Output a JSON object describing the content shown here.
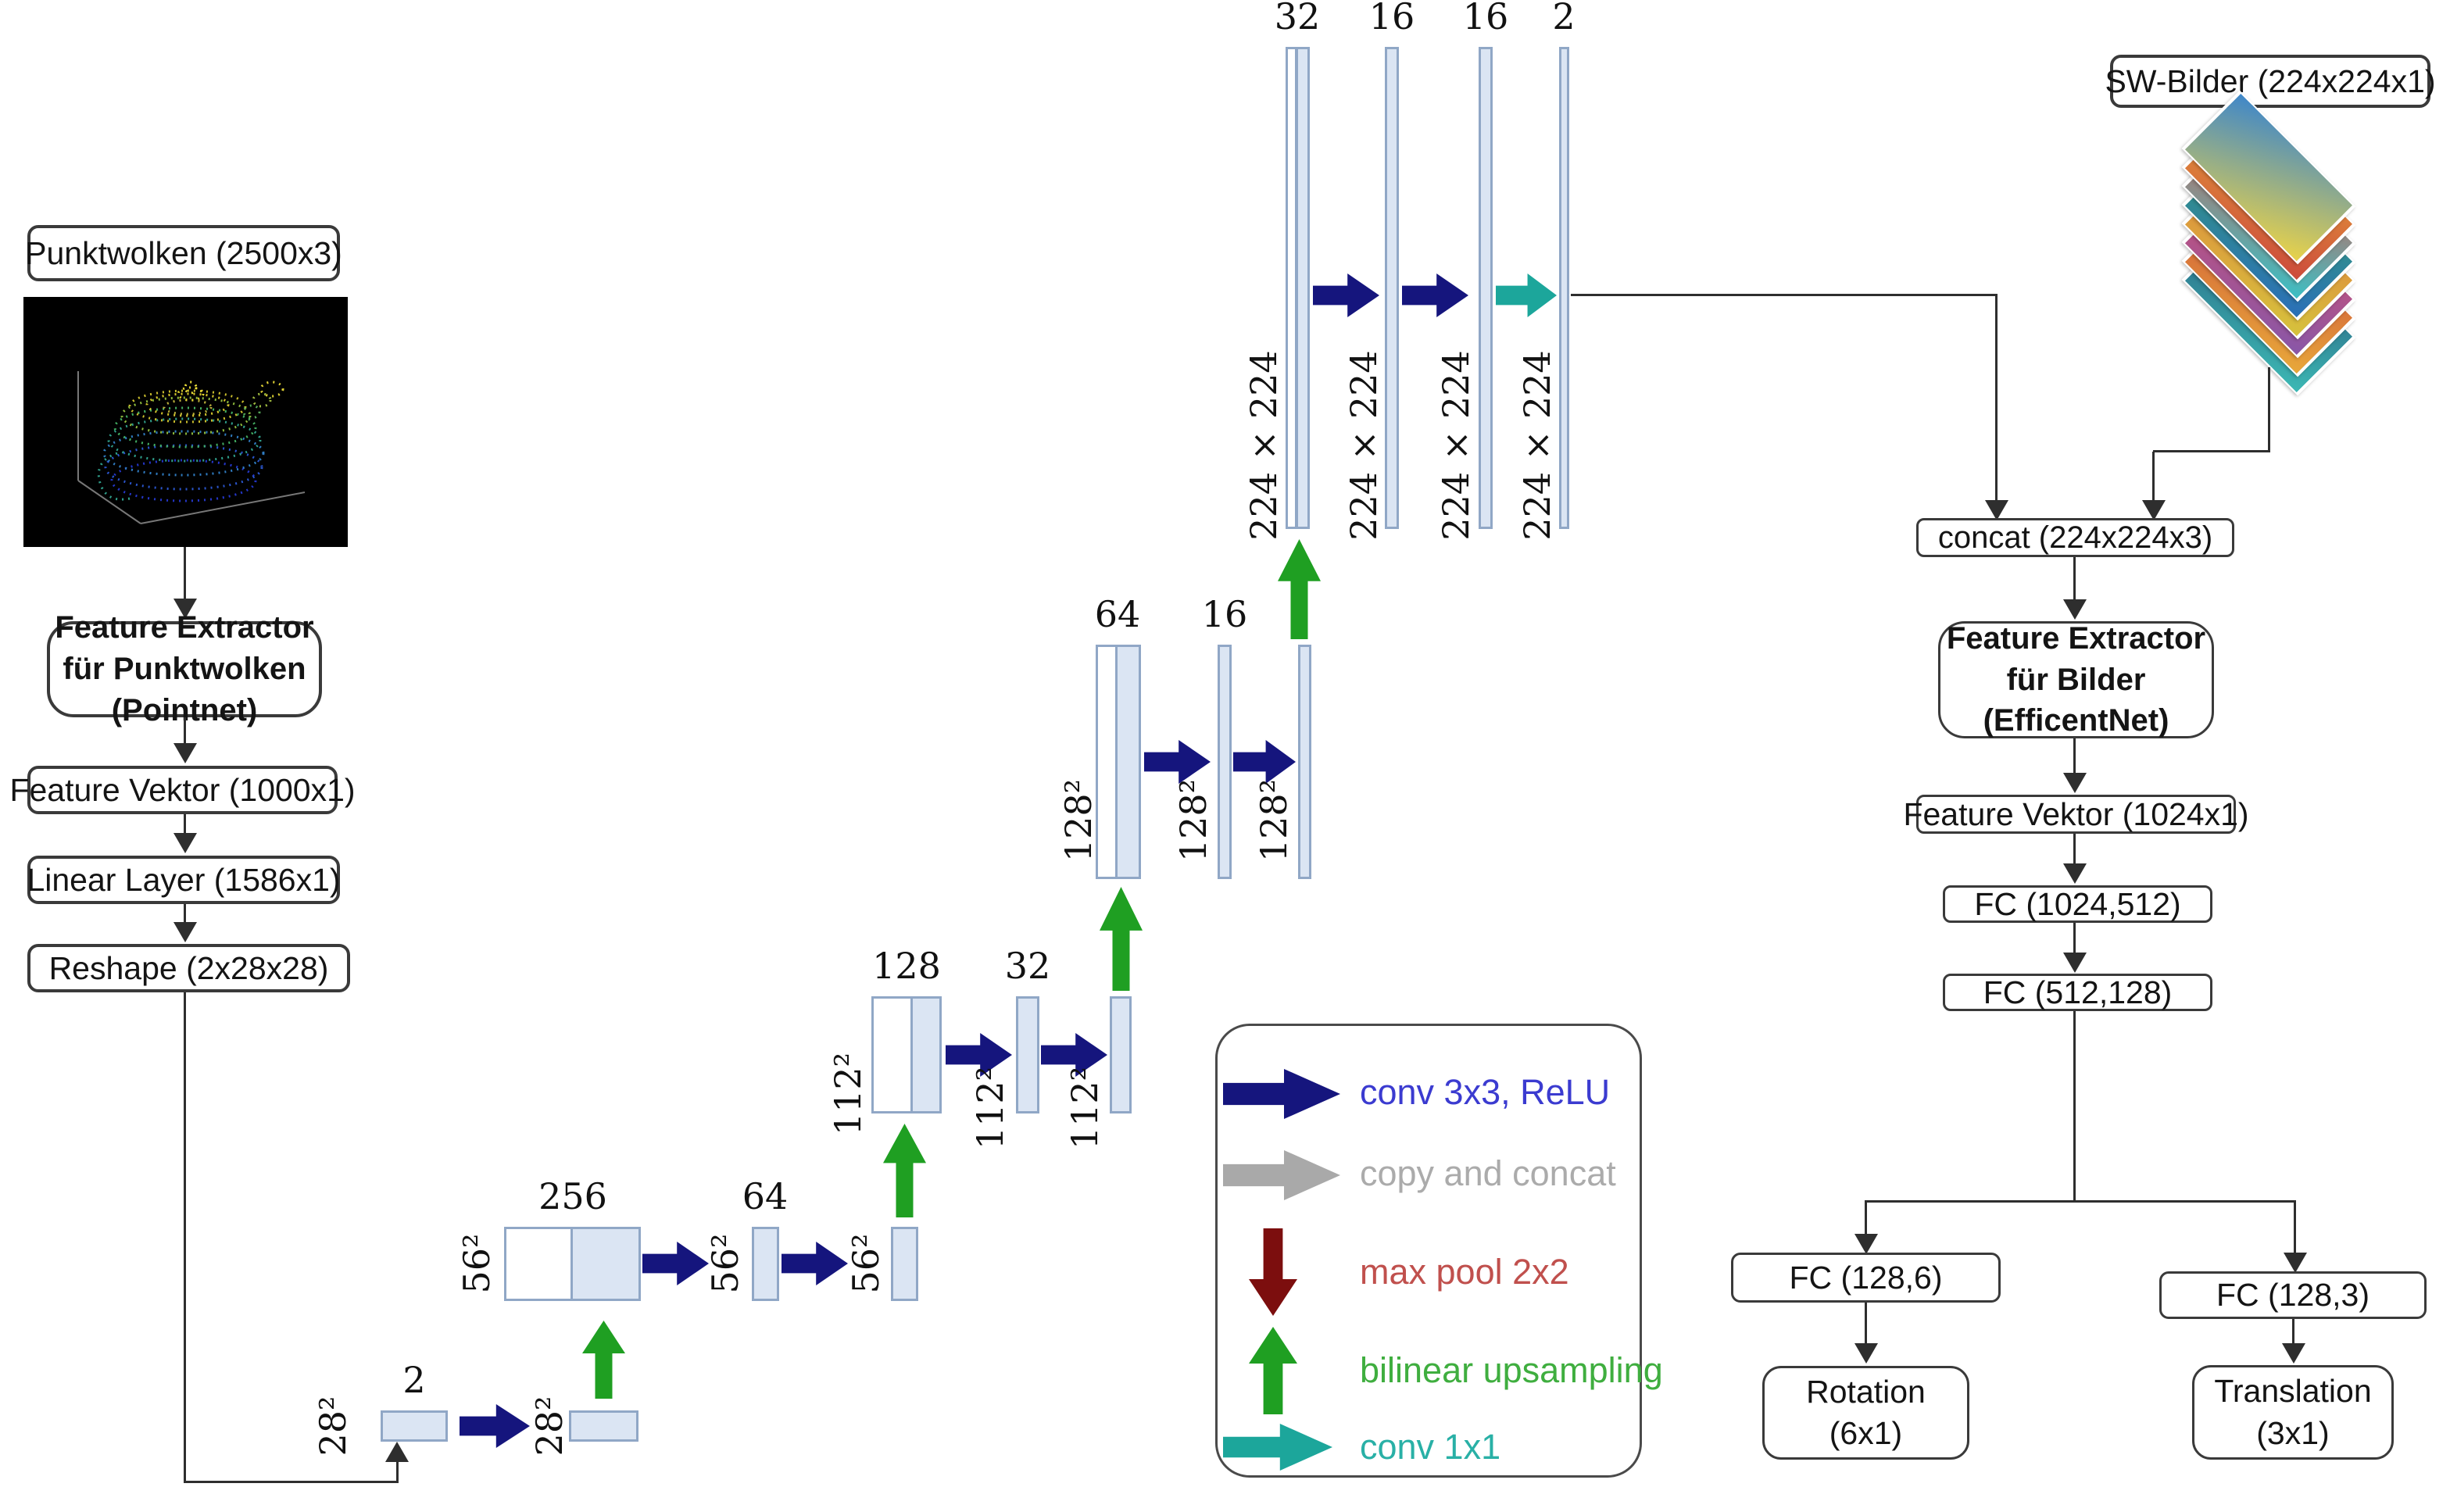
{
  "left_flow": {
    "input_label": "Punktwolken (2500x3)",
    "extractor": {
      "line1": "Feature Extractor",
      "line2": "für Punktwolken",
      "line3": "(Pointnet)"
    },
    "feature_vector": "Feature Vektor (1000x1)",
    "linear_layer": "Linear Layer (1586x1)",
    "reshape": "Reshape (2x28x28)"
  },
  "right_flow": {
    "input_label": "SW-Bilder (224x224x1)",
    "concat": "concat (224x224x3)",
    "extractor": {
      "line1": "Feature Extractor",
      "line2": "für Bilder",
      "line3": "(EfficentNet)"
    },
    "feature_vector": "Feature Vektor (1024x1)",
    "fc1": "FC (1024,512)",
    "fc2": "FC (512,128)",
    "fc_rotation": "FC (128,6)",
    "fc_translation": "FC (128,3)",
    "rotation": {
      "line1": "Rotation",
      "line2": "(6x1)"
    },
    "translation": {
      "line1": "Translation",
      "line2": "(3x1)"
    }
  },
  "unet": {
    "levels": [
      {
        "size": "28²",
        "channels": [
          "2"
        ]
      },
      {
        "size": "56²",
        "channels": [
          "256",
          "64"
        ]
      },
      {
        "size": "112²",
        "channels": [
          "128",
          "32"
        ]
      },
      {
        "size": "128²",
        "channels": [
          "64",
          "16"
        ]
      },
      {
        "size": "224 × 224",
        "channels": [
          "32",
          "16",
          "16",
          "2"
        ]
      }
    ]
  },
  "legend": {
    "items": [
      {
        "label": "conv 3x3, ReLU",
        "color": "#3b3bd0",
        "arrow": "navy-right-arrow"
      },
      {
        "label": "copy and concat",
        "color": "#ababab",
        "arrow": "gray-right-arrow"
      },
      {
        "label": "max pool 2x2",
        "color": "#c0504d",
        "arrow": "darkred-down-arrow"
      },
      {
        "label": "bilinear upsampling",
        "color": "#3fae3f",
        "arrow": "green-up-arrow"
      },
      {
        "label": "conv 1x1",
        "color": "#29b0a6",
        "arrow": "teal-right-arrow"
      }
    ]
  },
  "colors": {
    "bar_fill": "#dbe5f3",
    "bar_border": "#90a7c6",
    "conv_arrow": "#15157d",
    "upsample_arrow": "#1f9f22",
    "conv1x1_arrow": "#1ca69b",
    "copy_arrow": "#a9a9a9",
    "maxpool_arrow": "#7c0e0e",
    "line": "#2e2e2e"
  }
}
